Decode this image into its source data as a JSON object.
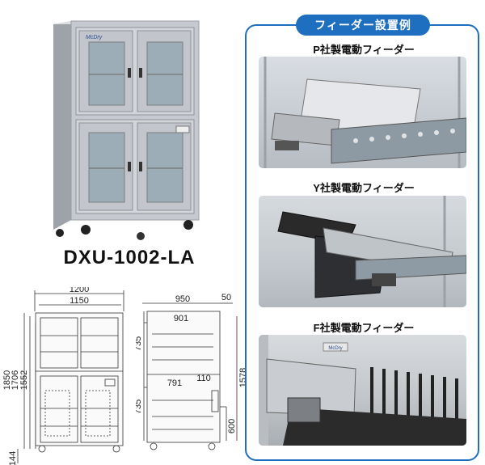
{
  "model": "DXU-1002-LA",
  "cabinet_logo": "McDry",
  "front_dims": {
    "width_outer": "1200",
    "width_inner": "1150",
    "height_1": "1850",
    "height_2": "1706",
    "height_3": "1552",
    "foot": "144"
  },
  "side_dims": {
    "depth": "950",
    "top_offset": "50",
    "inner_depth": "901",
    "shelf_depth": "791",
    "offset": "110",
    "upper_h": "735",
    "lower_h": "735",
    "total_h": "1578",
    "lower_part": "600"
  },
  "panel": {
    "title": "フィーダー設置例",
    "items": [
      {
        "caption": "P社製電動フィーダー"
      },
      {
        "caption": "Y社製電動フィーダー"
      },
      {
        "caption": "F社製電動フィーダー"
      }
    ],
    "photo3_logo": "McDry"
  },
  "colors": {
    "accent": "#1e6fc0",
    "cabinet": "#c9ccd2"
  }
}
